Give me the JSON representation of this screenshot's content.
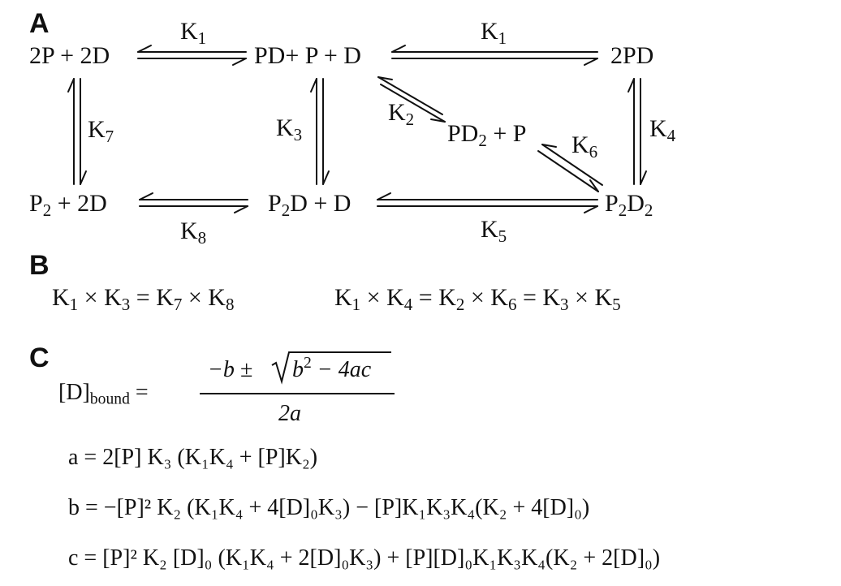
{
  "panels": {
    "a": "A",
    "b": "B",
    "c": "C"
  },
  "species": {
    "s1": "2P + 2D",
    "s2_a": "PD+ P + D",
    "s3": "2PD",
    "s4_p": "P",
    "s4_sub": "2",
    "s4_rest": " + 2D",
    "s5_p": "P",
    "s5_sub": "2",
    "s5_rest": "D + D",
    "s6_p": "P",
    "s6_sub1": "2",
    "s6_d": "D",
    "s6_sub2": "2",
    "s7_pd": "PD",
    "s7_sub": "2",
    "s7_rest": " + P"
  },
  "constants": {
    "k1_top_left": {
      "base": "K",
      "sub": "1"
    },
    "k1_top_right": {
      "base": "K",
      "sub": "1"
    },
    "k2": {
      "base": "K",
      "sub": "2"
    },
    "k3": {
      "base": "K",
      "sub": "3"
    },
    "k4": {
      "base": "K",
      "sub": "4"
    },
    "k5": {
      "base": "K",
      "sub": "5"
    },
    "k6": {
      "base": "K",
      "sub": "6"
    },
    "k7": {
      "base": "K",
      "sub": "7"
    },
    "k8": {
      "base": "K",
      "sub": "8"
    }
  },
  "panel_b": {
    "eq1": {
      "t1": "K",
      "s1": "1",
      "x1": " × ",
      "t2": "K",
      "s2": "3",
      "e": " = ",
      "t3": "K",
      "s3": "7",
      "x2": " × ",
      "t4": "K",
      "s4": "8"
    },
    "eq2": {
      "t1": "K",
      "s1": "1",
      "x1": " × ",
      "t2": "K",
      "s2": "4",
      "e1": " = ",
      "t3": "K",
      "s3": "2",
      "x2": " × ",
      "t4": "K",
      "s4": "6",
      "e2": " = ",
      "t5": "K",
      "s5": "3",
      "x3": " × ",
      "t6": "K",
      "s6": "5"
    }
  },
  "panel_c": {
    "lhs_main": "[D]",
    "lhs_sub": "bound",
    "lhs_eq": " =",
    "num_pre": "−b ± ",
    "num_rad_b": "b",
    "num_rad_sup": "2",
    "num_rad_rest": " − 4ac",
    "den": "2a",
    "a_line": "a = 2[P] K₃ (K₁K₄ + [P]K₂)",
    "b_line": "b = −[P]² K₂ (K₁K₄ + 4[D]₀K₃) − [P]K₁K₃K₄(K₂ + 4[D]₀)",
    "c_line": "c = [P]² K₂ [D]₀ (K₁K₄ + 2[D]₀K₃) + [P][D]₀K₁K₃K₄(K₂ + 2[D]₀)"
  }
}
